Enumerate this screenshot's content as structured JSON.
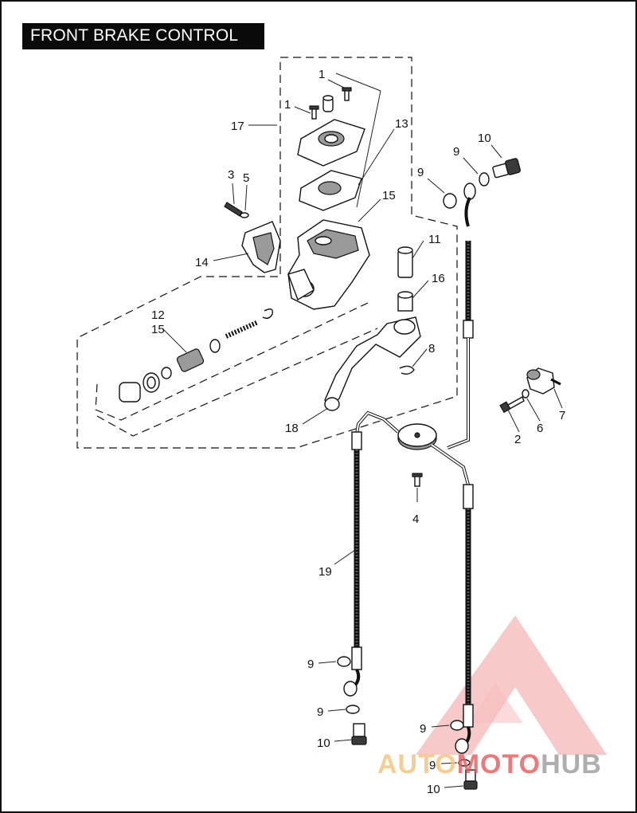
{
  "title": "FRONT BRAKE CONTROL",
  "callouts": [
    {
      "id": "c1a",
      "text": "1"
    },
    {
      "id": "c1b",
      "text": "1"
    },
    {
      "id": "c17",
      "text": "17"
    },
    {
      "id": "c13",
      "text": "13"
    },
    {
      "id": "c10a",
      "text": "10"
    },
    {
      "id": "c9a",
      "text": "9"
    },
    {
      "id": "c9b",
      "text": "9"
    },
    {
      "id": "c3",
      "text": "3"
    },
    {
      "id": "c5",
      "text": "5"
    },
    {
      "id": "c15a",
      "text": "15"
    },
    {
      "id": "c11",
      "text": "11"
    },
    {
      "id": "c14",
      "text": "14"
    },
    {
      "id": "c16",
      "text": "16"
    },
    {
      "id": "c12",
      "text": "12"
    },
    {
      "id": "c15b",
      "text": "15"
    },
    {
      "id": "c8",
      "text": "8"
    },
    {
      "id": "c7",
      "text": "7"
    },
    {
      "id": "c6",
      "text": "6"
    },
    {
      "id": "c2",
      "text": "2"
    },
    {
      "id": "c18",
      "text": "18"
    },
    {
      "id": "c4",
      "text": "4"
    },
    {
      "id": "c19",
      "text": "19"
    },
    {
      "id": "c9c",
      "text": "9"
    },
    {
      "id": "c9d",
      "text": "9"
    },
    {
      "id": "c10b",
      "text": "10"
    },
    {
      "id": "c9e",
      "text": "9"
    },
    {
      "id": "c9f",
      "text": "9"
    },
    {
      "id": "c10c",
      "text": "10"
    }
  ],
  "watermark": {
    "part1": "AUTO",
    "part2": "MOTO",
    "part3": "HUB",
    "color_light": "#f2c27a",
    "color_red": "#e85a5a",
    "color_gray": "#9a9a9a"
  }
}
